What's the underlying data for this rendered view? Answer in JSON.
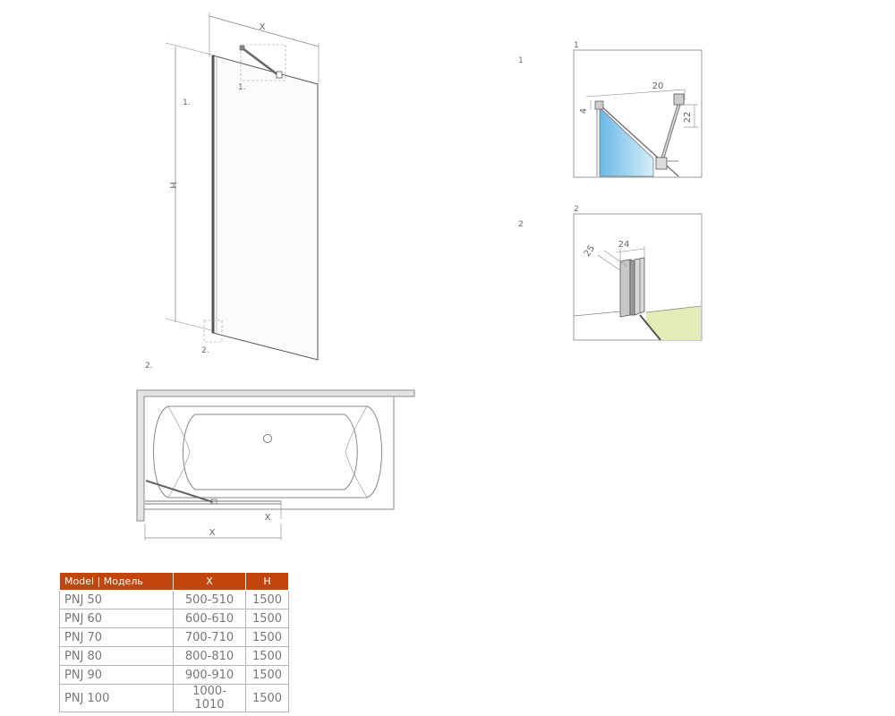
{
  "drawing": {
    "front_view": {
      "dim_width": "X",
      "dim_height": "H",
      "callout_1": "1.",
      "callout_1_side": "1.",
      "callout_2": "2."
    },
    "plan_view": {
      "section_label": "2.",
      "dim_x_inner": "X",
      "dim_x_bottom": "X"
    },
    "detail_1": {
      "side_label": "1",
      "frame_label": "1",
      "dim_a": "20",
      "dim_b": "4",
      "dim_c": "22",
      "glass_color": "#7ec4ea"
    },
    "detail_2": {
      "side_label": "2",
      "frame_label": "2",
      "dim_a": "25",
      "dim_b": "24",
      "floor_color": "#e3ecb6"
    }
  },
  "spec_table": {
    "header_color": "#c2450e",
    "columns": [
      "Model | Модель",
      "X",
      "H"
    ],
    "rows": [
      {
        "model": "PNJ 50",
        "x": "500-510",
        "h": "1500"
      },
      {
        "model": "PNJ 60",
        "x": "600-610",
        "h": "1500"
      },
      {
        "model": "PNJ 70",
        "x": "700-710",
        "h": "1500"
      },
      {
        "model": "PNJ 80",
        "x": "800-810",
        "h": "1500"
      },
      {
        "model": "PNJ 90",
        "x": "900-910",
        "h": "1500"
      },
      {
        "model": "PNJ 100",
        "x": "1000-1010",
        "h": "1500"
      }
    ]
  }
}
